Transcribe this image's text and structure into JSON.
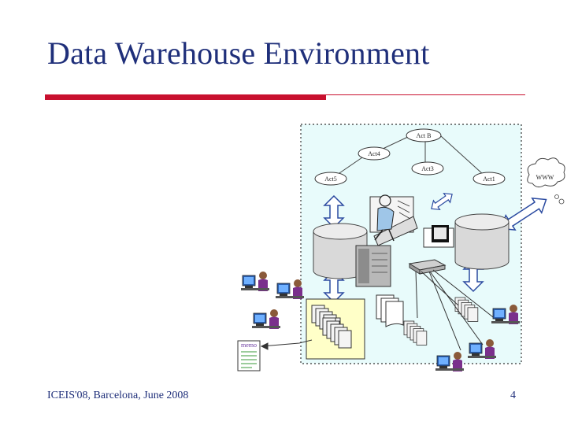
{
  "slide": {
    "title": "Data Warehouse Environment",
    "footer_left": "ICEIS'08, Barcelona, June 2008",
    "page_number": "4"
  },
  "diagram": {
    "actors": {
      "top": "Act B",
      "act4": "Act4",
      "act5": "Act5",
      "act3": "Act3",
      "act1": "Act1"
    },
    "cloud_label": "WWW",
    "memo_label": "memo"
  },
  "colors": {
    "title": "#1f2f7a",
    "accent_red": "#c8102e",
    "panel_fill": "#e8fbfb",
    "docs_panel": "#ffffc8"
  }
}
